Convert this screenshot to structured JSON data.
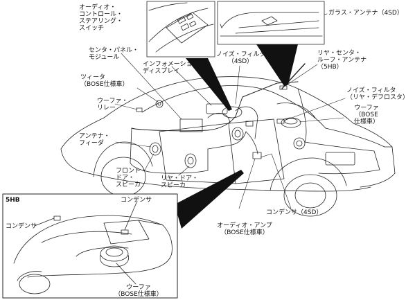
{
  "labels": {
    "steering_switch": "オーディオ・\nコントロール・\nステアリング・\nスイッチ",
    "glass_antenna": "ガラス・アンテナ（4SD）",
    "center_panel": "センタ・パネル・\nモジュール",
    "info_display": "インフォメーション・\nディスプレイ",
    "noise_filter": "ノイズ・フィルタ\n（4SD）",
    "roof_antenna": "リヤ・センタ・\nルーフ・アンテナ\n（5HB）",
    "tweeter": "ツィータ\n（BOSE仕様車）",
    "woofer_relay": "ウーファ・\nリレー",
    "noise_filter_defroster": "ノイズ・フィルタ\n（リヤ・デフロスタ）",
    "woofer_bose": "ウーファ\n（BOSE\n仕様車）",
    "antenna_feeder": "アンテナ・\nフィーダ",
    "front_door_speaker": "フロント・\nドア・\nスピーカ",
    "rear_door_speaker": "リヤ・ドア・\nスピーカ",
    "condenser_4sd": "コンデンサ（4SD）",
    "audio_amp": "オーディオ・アンプ\n（BOSE仕様車）",
    "inset_title": "5HB",
    "inset_condenser_top": "コンデンサ",
    "inset_condenser_left": "コンデンサ",
    "inset_woofer": "ウーファ\n（BOSE仕様車）"
  }
}
